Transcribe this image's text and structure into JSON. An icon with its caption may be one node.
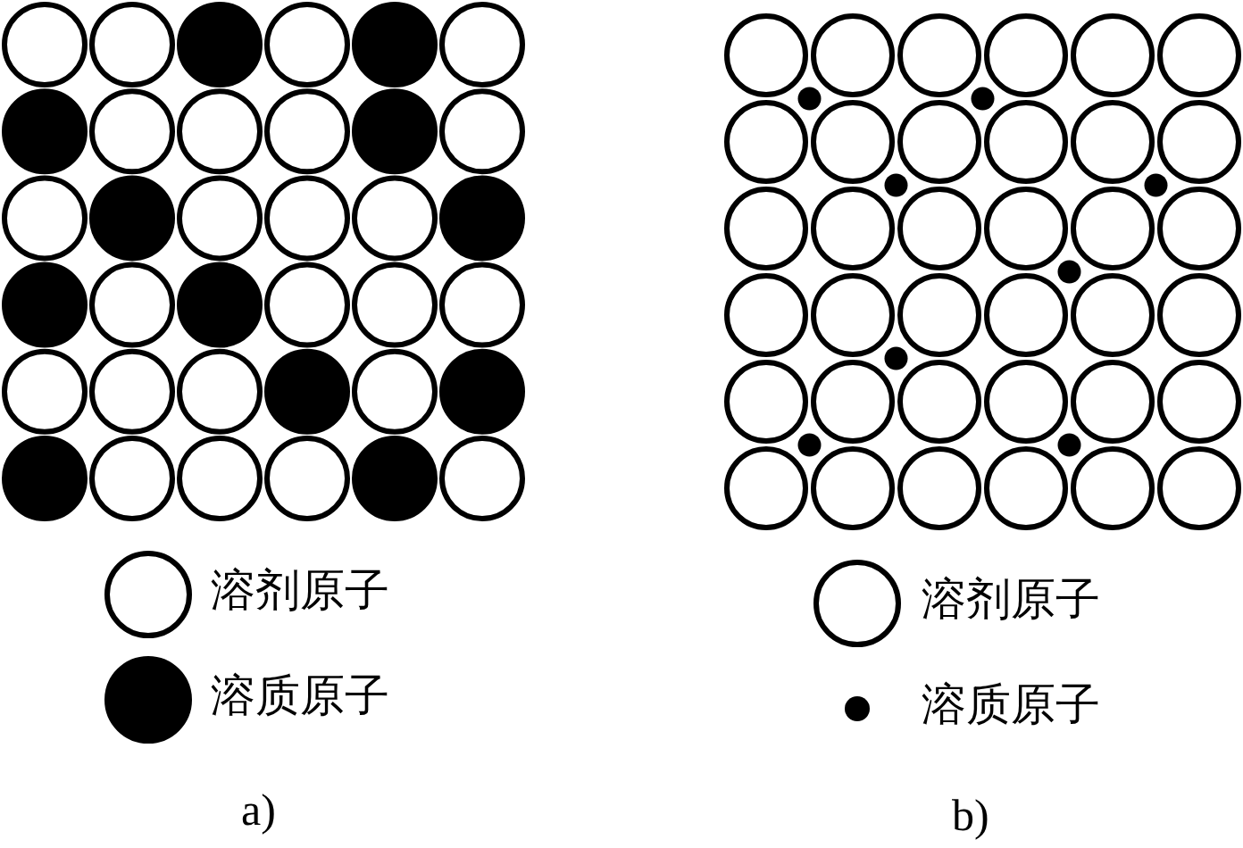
{
  "diagram": {
    "labels": [
      "a)",
      "b)"
    ],
    "legend": [
      {
        "text": "溶剂原子",
        "color": "#ffffff"
      },
      {
        "text": "溶质原子",
        "color": "#000000"
      },
      {
        "text": "溶剂原子",
        "color": "#ffffff"
      },
      {
        "text": "溶质原子",
        "color": "#000000"
      }
    ]
  }
}
